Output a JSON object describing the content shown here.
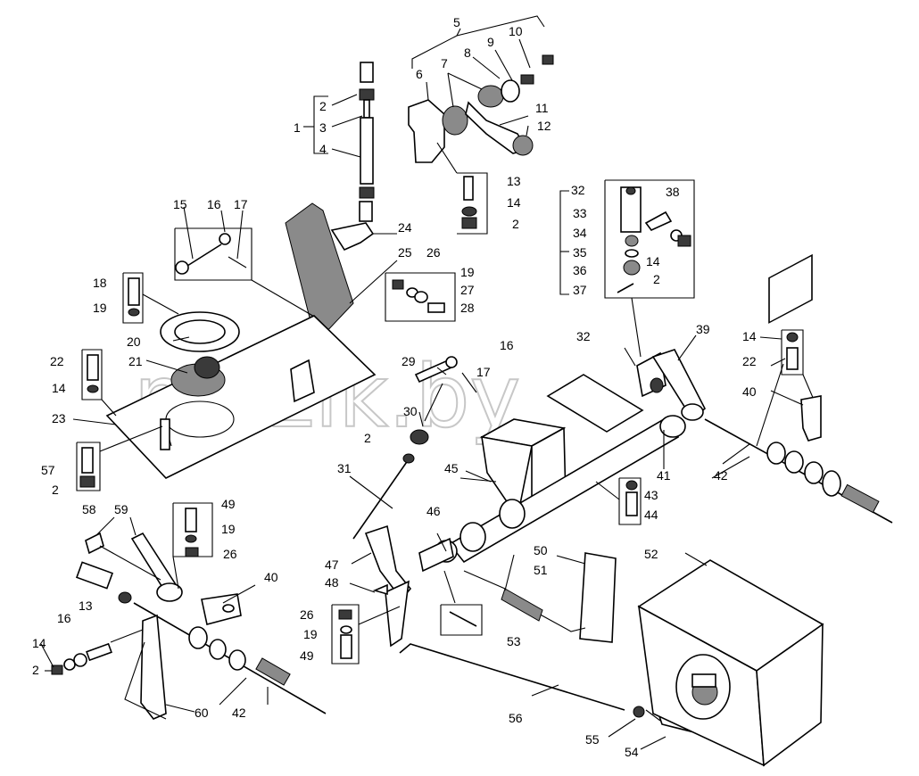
{
  "watermark": "mazik.by",
  "labels": [
    "1",
    "2",
    "3",
    "4",
    "5",
    "6",
    "7",
    "8",
    "9",
    "10",
    "11",
    "12",
    "13",
    "14",
    "15",
    "16",
    "17",
    "18",
    "19",
    "20",
    "21",
    "22",
    "23",
    "24",
    "25",
    "26",
    "27",
    "28",
    "29",
    "30",
    "31",
    "32",
    "33",
    "34",
    "35",
    "36",
    "37",
    "38",
    "39",
    "40",
    "41",
    "42",
    "43",
    "44",
    "45",
    "46",
    "47",
    "48",
    "49",
    "50",
    "51",
    "52",
    "53",
    "54",
    "55",
    "56",
    "57",
    "58",
    "59",
    "60"
  ]
}
